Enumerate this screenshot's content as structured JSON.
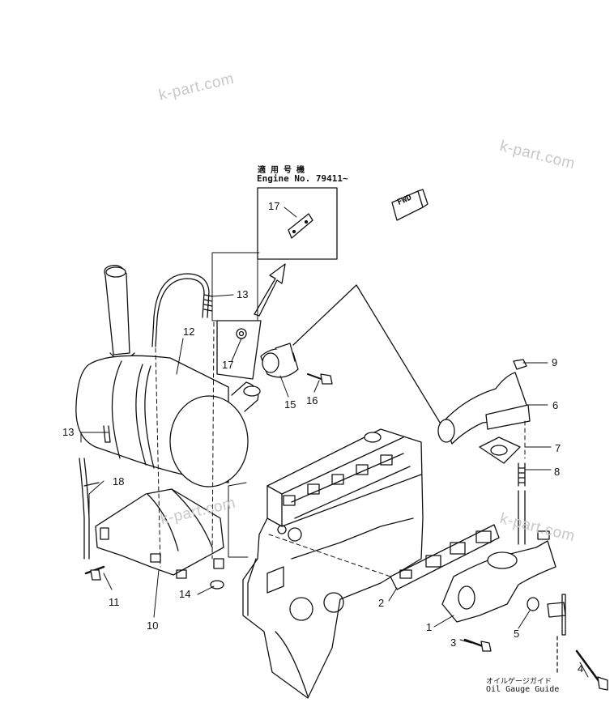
{
  "watermarks": [
    "k-part.com",
    "k-part.com",
    "k-part.com",
    "k-part.com"
  ],
  "applicability": {
    "jp_label": "適 用 号 機",
    "engine_label": "Engine No. 79411~",
    "inset_part": "17"
  },
  "fwd_label": "FWD",
  "oil_gauge": {
    "jp_label": "オイルゲージガイド",
    "en_label": "Oil Gauge Guide"
  },
  "callouts": [
    "1",
    "2",
    "3",
    "4",
    "5",
    "6",
    "7",
    "8",
    "9",
    "10",
    "11",
    "12",
    "13",
    "13",
    "14",
    "15",
    "16",
    "17",
    "18"
  ],
  "colors": {
    "ink": "#111111",
    "watermark": "#c8c8c8",
    "background": "#ffffff"
  }
}
